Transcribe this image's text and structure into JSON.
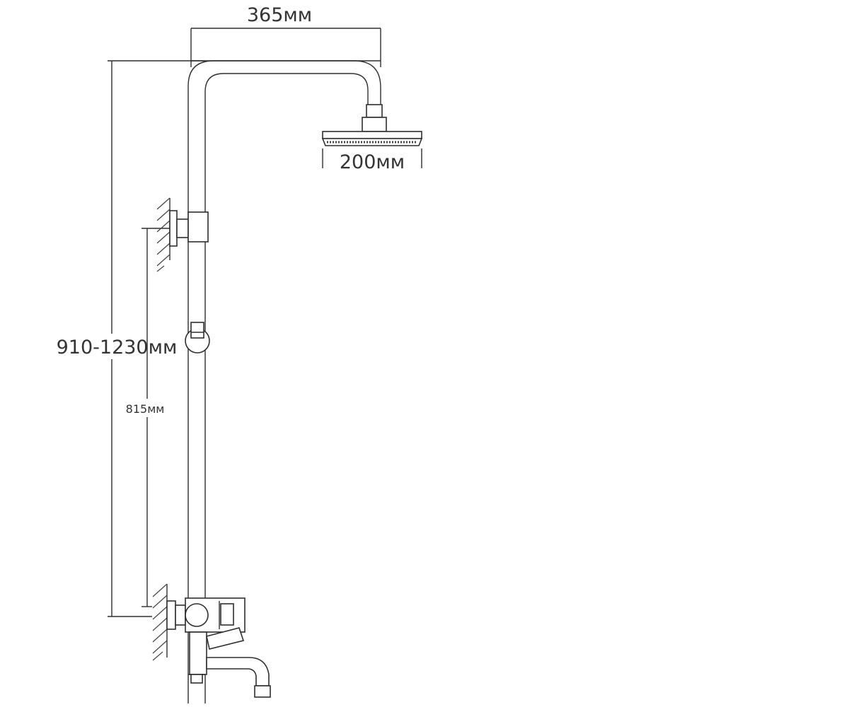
{
  "dimensions": {
    "arm_reach": "365мм",
    "head_diameter": "200мм",
    "height_range": "910-1230мм",
    "holder_spacing": "815мм"
  },
  "colors": {
    "line": "#2f2f2f",
    "background": "#ffffff"
  }
}
